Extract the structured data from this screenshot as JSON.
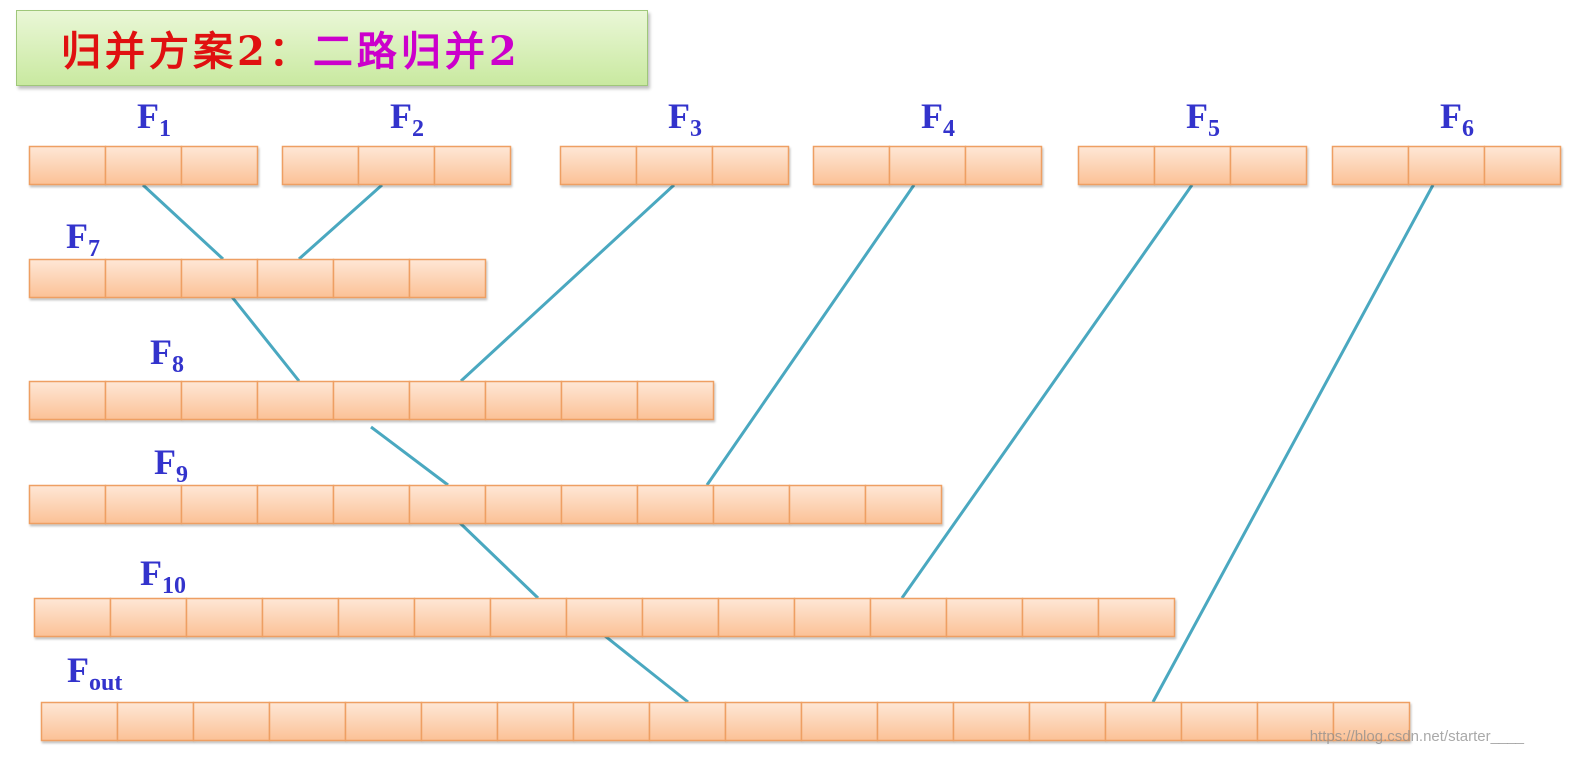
{
  "title": {
    "part1": "归并方案2：",
    "part2": "二路归并2"
  },
  "colors": {
    "title_red": "#e01010",
    "title_magenta": "#cc00cc",
    "label_blue": "#3333cc",
    "connector": "#4aa8c0",
    "cell_top": "#fee7d6",
    "cell_bottom": "#fbc196",
    "cell_border": "#ee9f63"
  },
  "files": [
    {
      "id": "F1",
      "base": "F",
      "sub": "1",
      "cells": 3
    },
    {
      "id": "F2",
      "base": "F",
      "sub": "2",
      "cells": 3
    },
    {
      "id": "F3",
      "base": "F",
      "sub": "3",
      "cells": 3
    },
    {
      "id": "F4",
      "base": "F",
      "sub": "4",
      "cells": 3
    },
    {
      "id": "F5",
      "base": "F",
      "sub": "5",
      "cells": 3
    },
    {
      "id": "F6",
      "base": "F",
      "sub": "6",
      "cells": 3
    },
    {
      "id": "F7",
      "base": "F",
      "sub": "7",
      "cells": 6
    },
    {
      "id": "F8",
      "base": "F",
      "sub": "8",
      "cells": 9
    },
    {
      "id": "F9",
      "base": "F",
      "sub": "9",
      "cells": 12
    },
    {
      "id": "F10",
      "base": "F",
      "sub": "10",
      "cells": 15
    },
    {
      "id": "Fout",
      "base": "F",
      "sub": "out",
      "cells": 18
    }
  ],
  "merges": [
    {
      "from": "F1",
      "to": "F7"
    },
    {
      "from": "F2",
      "to": "F7"
    },
    {
      "from": "F7",
      "to": "F8"
    },
    {
      "from": "F3",
      "to": "F8"
    },
    {
      "from": "F8",
      "to": "F9"
    },
    {
      "from": "F4",
      "to": "F9"
    },
    {
      "from": "F9",
      "to": "F10"
    },
    {
      "from": "F5",
      "to": "F10"
    },
    {
      "from": "F10",
      "to": "Fout"
    },
    {
      "from": "F6",
      "to": "Fout"
    }
  ],
  "watermark": "https://blog.csdn.net/starter____"
}
